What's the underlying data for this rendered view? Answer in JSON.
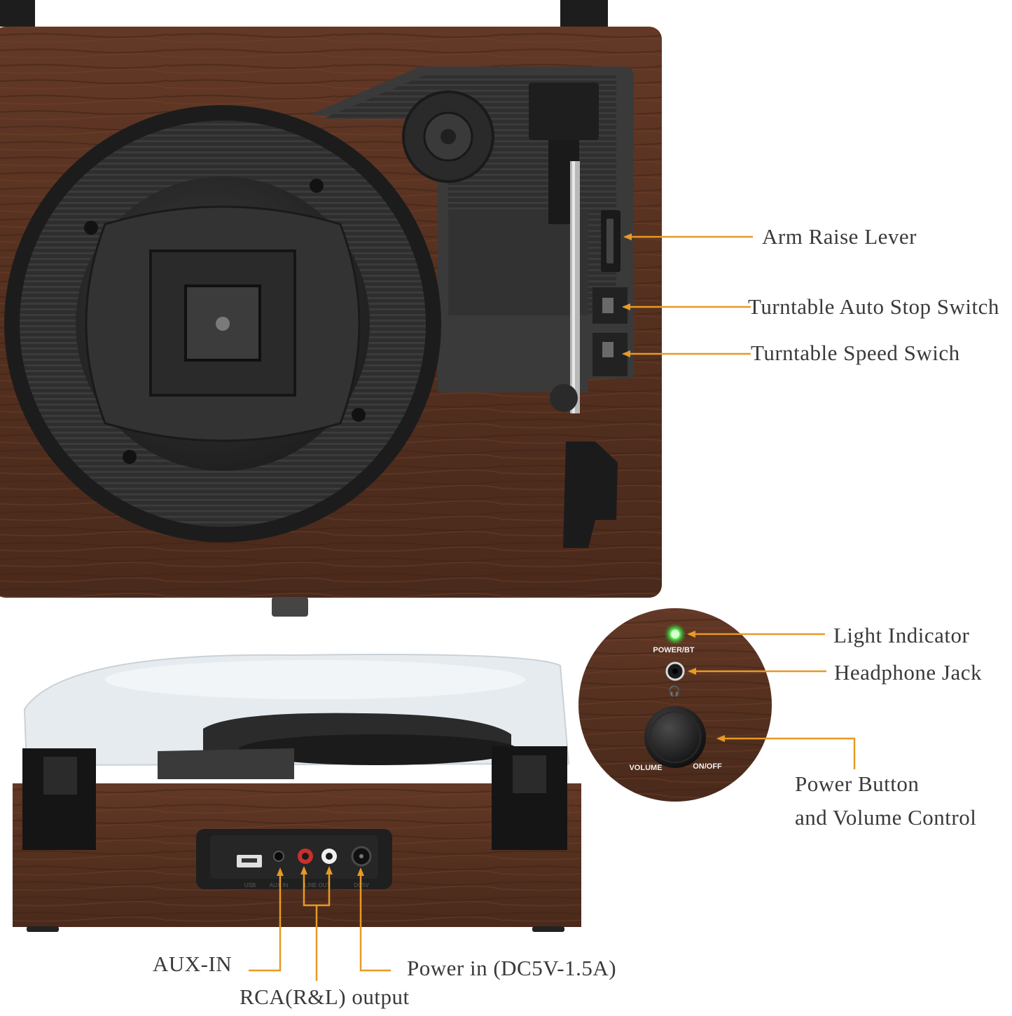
{
  "callouts": {
    "arm_raise_lever": "Arm Raise Lever",
    "auto_stop_switch": "Turntable Auto Stop Switch",
    "speed_switch": "Turntable Speed Swich",
    "light_indicator": "Light Indicator",
    "headphone_jack": "Headphone Jack",
    "power_volume_line1": "Power Button",
    "power_volume_line2": "and Volume Control",
    "aux_in": "AUX-IN",
    "rca_output": "RCA(R&L) output",
    "power_in": "Power in (DC5V-1.5A)"
  },
  "panel": {
    "power_bt": "POWER/BT",
    "volume": "VOLUME",
    "on_off": "ON/OFF"
  },
  "ports": {
    "usb": "USB",
    "aux": "AUX IN",
    "rca": "LINE OUT",
    "dc": "DC5V"
  },
  "colors": {
    "callout_line": "#e79a26",
    "wood": "#5a3222",
    "plastic": "#2c2c2c",
    "indicator": "#5dff5a"
  }
}
